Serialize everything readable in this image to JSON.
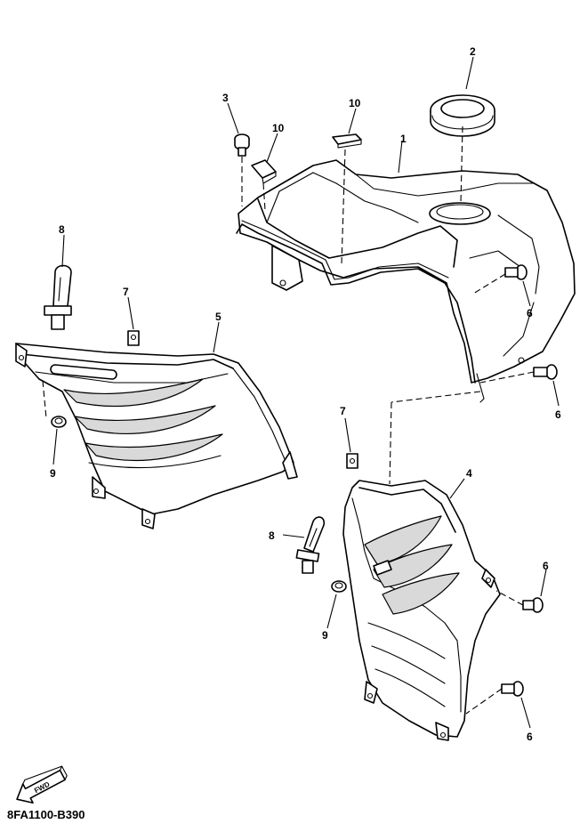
{
  "diagram": {
    "drawing_code": "8FA1100-B390",
    "fwd_label": "FWD",
    "callouts": [
      {
        "id": "c1",
        "label": "1"
      },
      {
        "id": "c2",
        "label": "2"
      },
      {
        "id": "c3",
        "label": "3"
      },
      {
        "id": "c4",
        "label": "4"
      },
      {
        "id": "c5",
        "label": "5"
      },
      {
        "id": "c6a",
        "label": "6"
      },
      {
        "id": "c6b",
        "label": "6"
      },
      {
        "id": "c6c",
        "label": "6"
      },
      {
        "id": "c6d",
        "label": "6"
      },
      {
        "id": "c7a",
        "label": "7"
      },
      {
        "id": "c7b",
        "label": "7"
      },
      {
        "id": "c8a",
        "label": "8"
      },
      {
        "id": "c8b",
        "label": "8"
      },
      {
        "id": "c9a",
        "label": "9"
      },
      {
        "id": "c9b",
        "label": "9"
      },
      {
        "id": "c10a",
        "label": "10"
      },
      {
        "id": "c10b",
        "label": "10"
      }
    ]
  }
}
